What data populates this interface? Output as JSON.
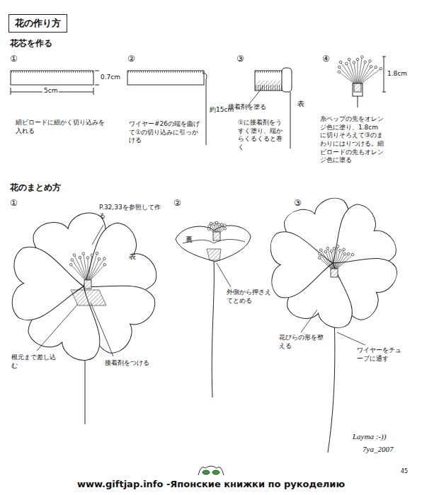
{
  "diagram": {
    "title": "花の作り方",
    "labels": [
      "花芯を作る",
      "①",
      "0.7cm",
      "5cm",
      "細ビロードに細かく切り込みを入れる",
      "②",
      "約15cm",
      "ワイヤー#26の端を曲げて①の切り込みに引っかける",
      "③",
      "接着剤を塗る",
      "表",
      "①に接着剤をうすく塗り、端からくるくると巻く",
      "④",
      "1.8cm",
      "糸ペップの先をオレンジ色に塗り、1.8cmに切りそろえて③のまわりにはりつける。細ビロードの先もオレンジ色に塗る",
      "花のまとめ方",
      "①",
      "P.32,33を参照して作る",
      "表",
      "根元まで差し込む",
      "接着剤をつける",
      "②",
      "裏",
      "外側から押さえてとめる",
      "③",
      "花びらの形を整える",
      "ワイヤーをチューブに通す",
      "Layma :-))",
      "7ya_2007",
      "45",
      "www.giftjap.info -Японские книжки по рукоделию"
    ]
  }
}
